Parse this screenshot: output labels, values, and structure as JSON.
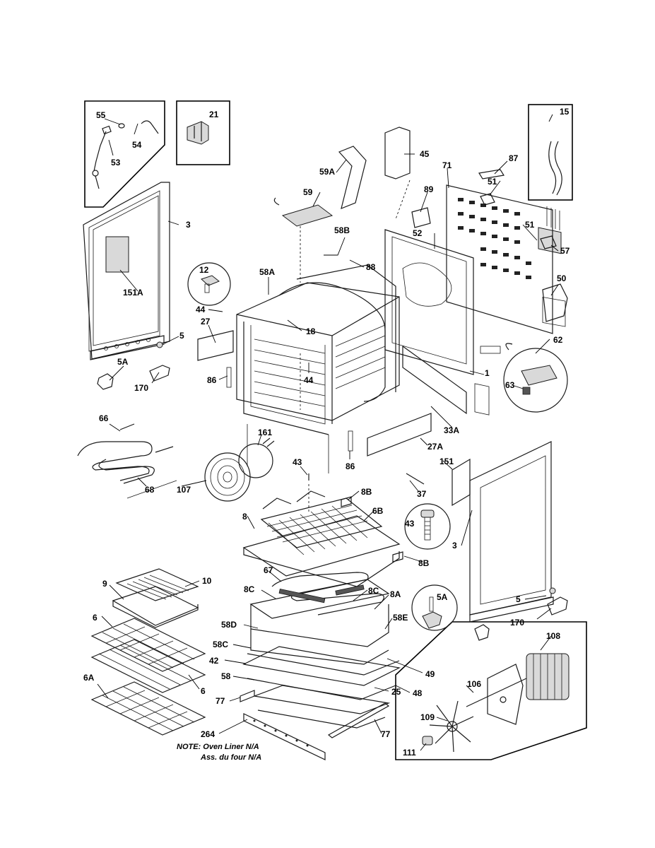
{
  "callouts": {
    "c55": "55",
    "c54": "54",
    "c53": "53",
    "c21": "21",
    "c15": "15",
    "c45": "45",
    "c87": "87",
    "c59a": "59A",
    "c71": "71",
    "c51a": "51",
    "c59": "59",
    "c89": "89",
    "c3a": "3",
    "c58b": "58B",
    "c52": "52",
    "c51b": "51",
    "c57": "57",
    "c88": "88",
    "c12": "12",
    "c58a": "58A",
    "c151a": "151A",
    "c50": "50",
    "c44a": "44",
    "c27": "27",
    "c18": "18",
    "c5a": "5",
    "c62": "62",
    "c1": "1",
    "c5aa": "5A",
    "c63": "63",
    "c44b": "44",
    "c170a": "170",
    "c86a": "86",
    "c33a": "33A",
    "c66": "66",
    "c27a": "27A",
    "c161": "161",
    "c43a": "43",
    "c86b": "86",
    "c151": "151",
    "c68": "68",
    "c107": "107",
    "c37": "37",
    "c8b1": "8B",
    "c8": "8",
    "c6b": "6B",
    "c43b": "43",
    "c3b": "3",
    "c8b2": "8B",
    "c67": "67",
    "c9": "9",
    "c10": "10",
    "c8c1": "8C",
    "c8c2": "8C",
    "c8a": "8A",
    "c5ab": "5A",
    "c5b": "5",
    "c6a6": "6",
    "c58d": "58D",
    "c58e": "58E",
    "c170b": "170",
    "c58c": "58C",
    "c108": "108",
    "c42": "42",
    "c49": "49",
    "c6b6": "6",
    "c6a": "6A",
    "c58": "58",
    "c106": "106",
    "c25": "25",
    "c48": "48",
    "c77a": "77",
    "c109": "109",
    "c264": "264",
    "c77b": "77",
    "c111": "111"
  },
  "note": {
    "line1": "NOTE: Oven Liner N/A",
    "line2": "Ass. du four N/A"
  }
}
